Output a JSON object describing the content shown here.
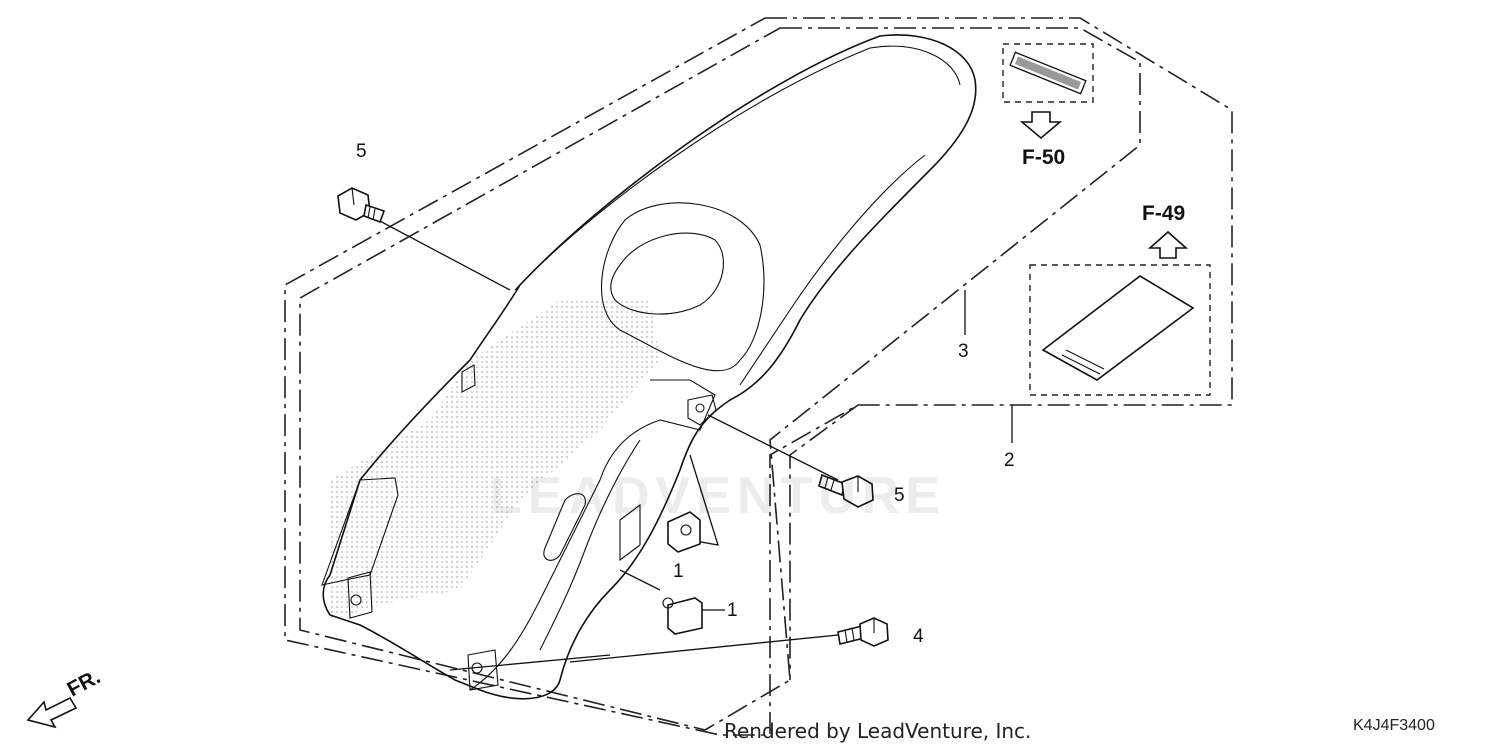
{
  "callouts": {
    "part_1a": "1",
    "part_1b": "1",
    "part_2": "2",
    "part_3": "3",
    "part_4": "4",
    "part_5a": "5",
    "part_5b": "5"
  },
  "references": {
    "ref_f50": "F-50",
    "ref_f49": "F-49"
  },
  "labels": {
    "front_direction": "FR.",
    "rendered_by": "Rendered by LeadVenture, Inc.",
    "diagram_code": "K4J4F3400",
    "watermark": "LEADVENTURE"
  },
  "colors": {
    "line": "#111111",
    "background": "#ffffff"
  }
}
